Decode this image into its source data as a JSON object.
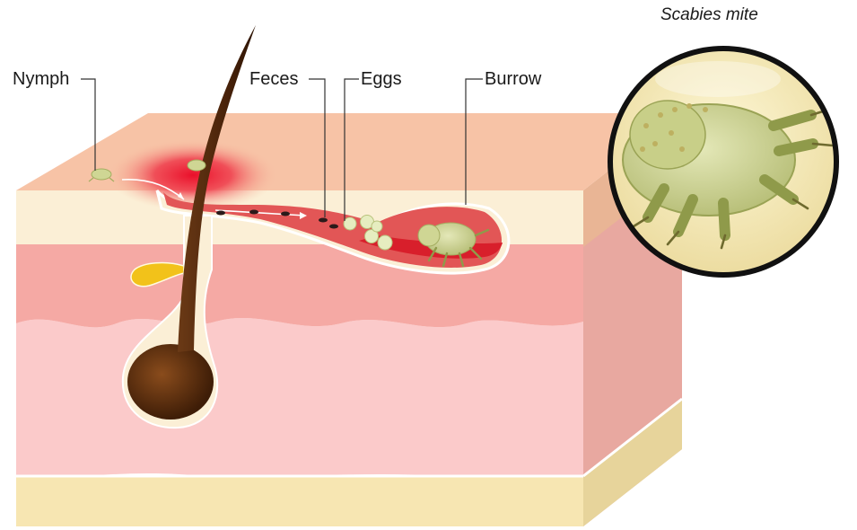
{
  "inset": {
    "title": "Scabies mite"
  },
  "labels": {
    "nymph": "Nymph",
    "feces": "Feces",
    "eggs": "Eggs",
    "burrow": "Burrow"
  },
  "colors": {
    "epidermis_top": "#f7c3a6",
    "stratum_cream": "#fbefd6",
    "dermis_upper": "#f5a9a4",
    "dermis_lower": "#fbcaca",
    "subcutis": "#f7e6b2",
    "burrow_fill": "#e25656",
    "inflammation": "#e8112d",
    "hair": "#5a2e10",
    "mite": "#d3dba0",
    "inset_border": "#111111"
  }
}
